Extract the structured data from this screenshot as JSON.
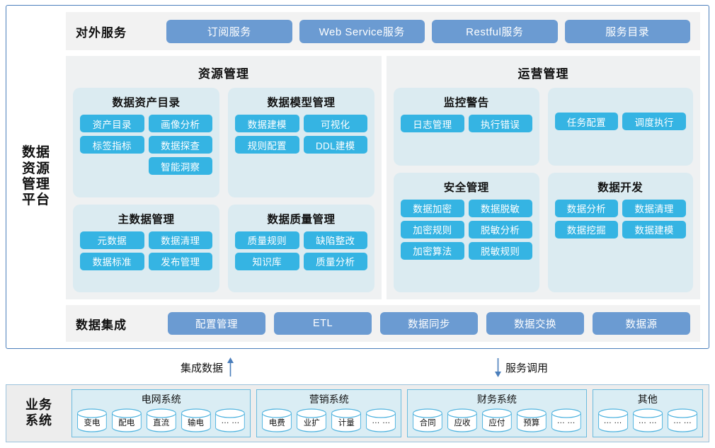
{
  "colors": {
    "frame_border": "#4A7EBB",
    "service_button": "#6B9BD2",
    "tag": "#35B4E3",
    "card": "#DBEBF1",
    "panel": "#EFF1F2",
    "band": "#F2F2F2",
    "biz_border": "#6BBBDE",
    "biz_group": "#DAEDF4",
    "arrow": "#4A7EBB"
  },
  "platform": {
    "label": "数据\n资源\n管理\n平台",
    "label_lines": [
      "数据",
      "资源",
      "管理",
      "平台"
    ],
    "external_services": {
      "title": "对外服务",
      "buttons": [
        "订阅服务",
        "Web Service服务",
        "Restful服务",
        "服务目录"
      ]
    },
    "panels": [
      {
        "title": "资源管理",
        "cards": [
          {
            "title": "数据资产目录",
            "tags": [
              "资产目录",
              "画像分析",
              "标签指标",
              "数据探查",
              "",
              "智能洞察"
            ]
          },
          {
            "title": "数据模型管理",
            "tags": [
              "数据建模",
              "可视化",
              "规则配置",
              "DDL建模"
            ]
          },
          {
            "title": "主数据管理",
            "tags": [
              "元数据",
              "数据清理",
              "数据标准",
              "发布管理"
            ]
          },
          {
            "title": "数据质量管理",
            "tags": [
              "质量规则",
              "缺陷整改",
              "知识库",
              "质量分析"
            ]
          }
        ]
      },
      {
        "title": "运营管理",
        "cards": [
          {
            "title": "监控警告",
            "tags": [
              "日志管理",
              "执行错误"
            ]
          },
          {
            "title": "",
            "tags": [
              "任务配置",
              "调度执行"
            ]
          },
          {
            "title": "安全管理",
            "tags": [
              "数据加密",
              "数据脱敏",
              "加密规则",
              "脱敏分析",
              "加密算法",
              "脱敏规则"
            ]
          },
          {
            "title": "数据开发",
            "tags": [
              "数据分析",
              "数据清理",
              "数据挖掘",
              "数据建模"
            ]
          }
        ]
      }
    ],
    "integration": {
      "title": "数据集成",
      "buttons": [
        "配置管理",
        "ETL",
        "数据同步",
        "数据交换",
        "数据源"
      ]
    }
  },
  "connectors": [
    {
      "label": "集成数据",
      "direction": "up"
    },
    {
      "label": "服务调用",
      "direction": "down"
    }
  ],
  "business": {
    "label_lines": [
      "业务",
      "系统"
    ],
    "groups": [
      {
        "title": "电网系统",
        "items": [
          "变电",
          "配电",
          "直流",
          "输电",
          "… …"
        ]
      },
      {
        "title": "营销系统",
        "items": [
          "电费",
          "业扩",
          "计量",
          "… …"
        ]
      },
      {
        "title": "财务系统",
        "items": [
          "合同",
          "应收",
          "应付",
          "预算",
          "… …"
        ]
      },
      {
        "title": "其他",
        "items": [
          "… …",
          "… …",
          "… …"
        ]
      }
    ]
  }
}
